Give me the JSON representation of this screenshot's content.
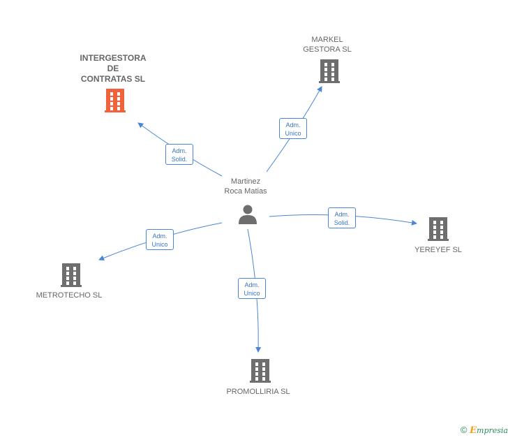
{
  "person": {
    "name_lines": [
      "Martinez",
      "Roca Matias"
    ]
  },
  "companies": [
    {
      "id": "intergestora",
      "lines": [
        "INTERGESTORA",
        "DE",
        "CONTRATAS SL"
      ],
      "highlight": true
    },
    {
      "id": "markel",
      "lines": [
        "MARKEL",
        "GESTORA SL"
      ],
      "highlight": false
    },
    {
      "id": "yereyef",
      "lines": [
        "YEREYEF SL"
      ],
      "highlight": false
    },
    {
      "id": "metrotecho",
      "lines": [
        "METROTECHO SL"
      ],
      "highlight": false
    },
    {
      "id": "promolliria",
      "lines": [
        "PROMOLLIRIA SL"
      ],
      "highlight": false
    }
  ],
  "edges": [
    {
      "to": "intergestora",
      "label": [
        "Adm.",
        "Solid."
      ]
    },
    {
      "to": "markel",
      "label": [
        "Adm.",
        "Unico"
      ]
    },
    {
      "to": "yereyef",
      "label": [
        "Adm.",
        "Solid."
      ]
    },
    {
      "to": "metrotecho",
      "label": [
        "Adm.",
        "Unico"
      ]
    },
    {
      "to": "promolliria",
      "label": [
        "Adm.",
        "Unico"
      ]
    }
  ],
  "colors": {
    "edge": "#4a86d4",
    "highlight": "#f0623a",
    "building": "#6e6e6e",
    "person": "#6e6e6e"
  },
  "footer": {
    "copyright": "©",
    "brand_initial": "E",
    "brand_rest": "mpresia"
  }
}
